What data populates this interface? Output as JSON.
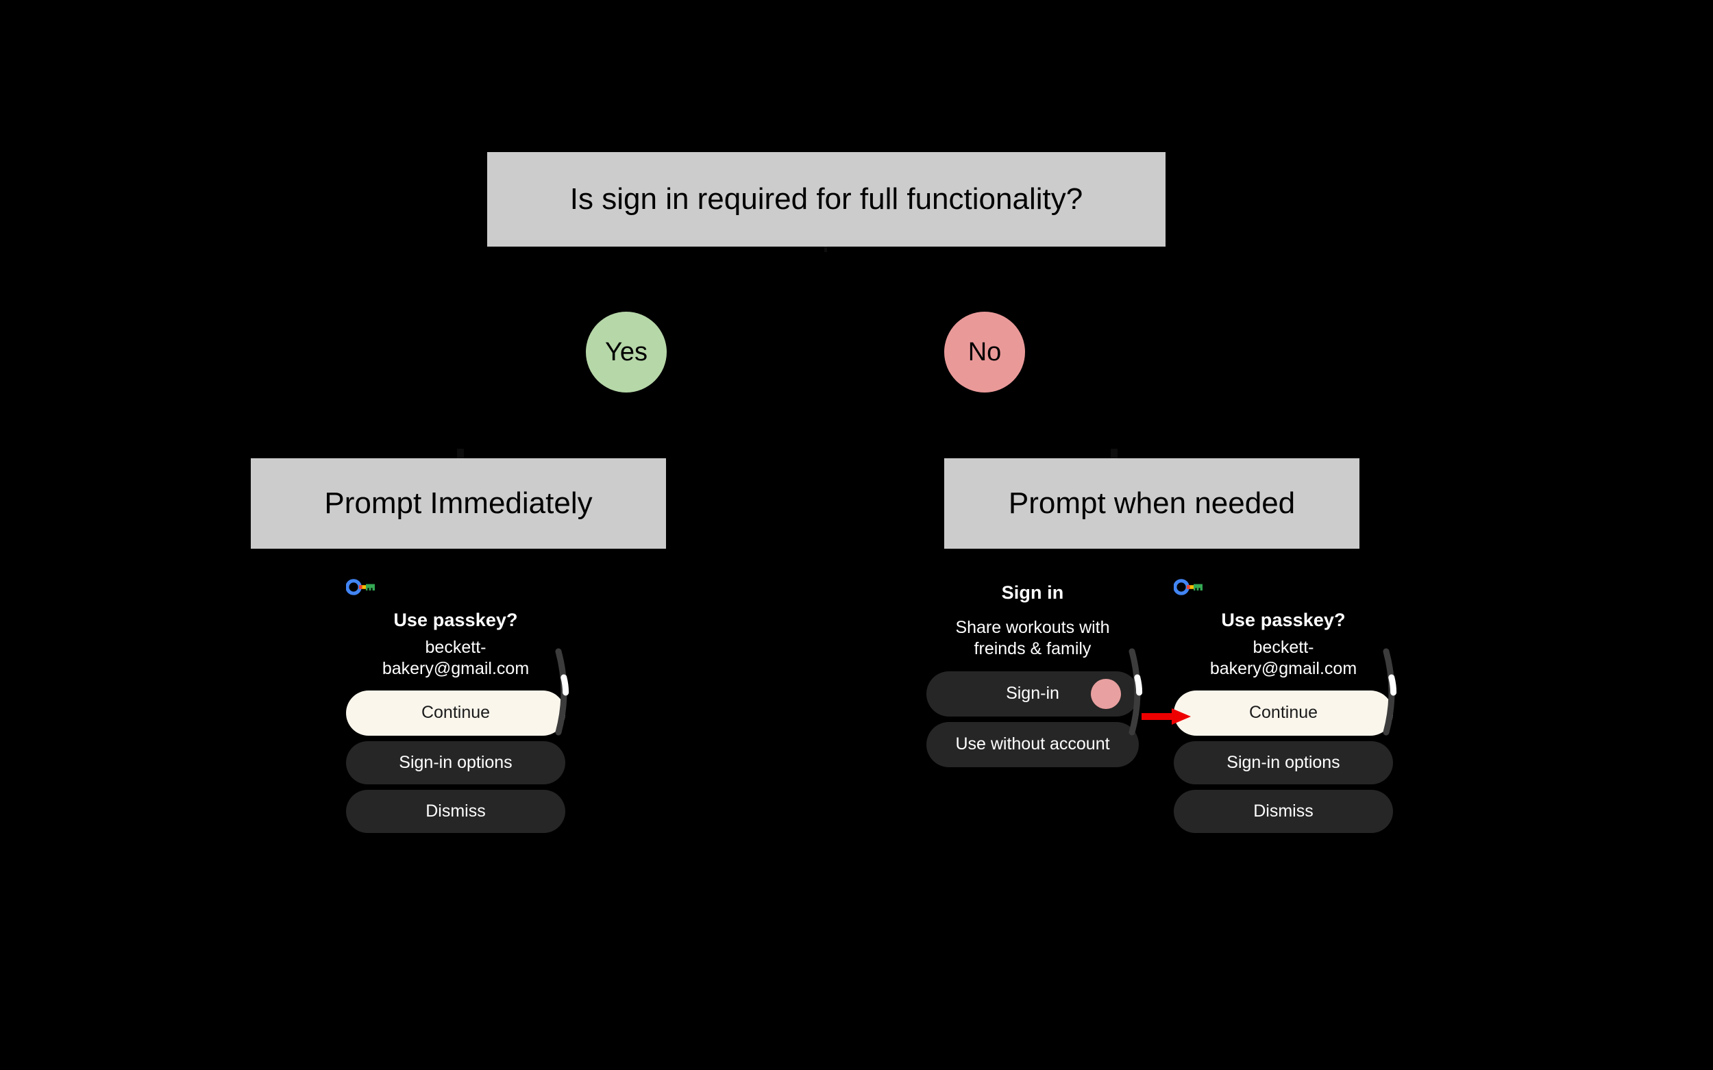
{
  "diagram": {
    "background_color": "#000000",
    "decision": {
      "label": "Is sign in required for full functionality?",
      "fill": "#cccccc",
      "text_color": "#000000"
    },
    "branches": [
      {
        "label": "Yes",
        "fill": "#b6d7a8"
      },
      {
        "label": "No",
        "fill": "#ea9999"
      }
    ],
    "outcomes": [
      {
        "label": "Prompt Immediately",
        "fill": "#cccccc"
      },
      {
        "label": "Prompt when needed",
        "fill": "#cccccc"
      }
    ],
    "annotation": {
      "arrow_color": "#ee0000",
      "points_to": "Continue"
    }
  },
  "mockups": {
    "left_passkey": {
      "icon": "google-passkey-icon",
      "title": "Use passkey?",
      "subtitle": "beckett-bakery@gmail.com",
      "buttons": [
        {
          "label": "Continue",
          "style": "primary"
        },
        {
          "label": "Sign-in options",
          "style": "secondary"
        },
        {
          "label": "Dismiss",
          "style": "secondary"
        }
      ]
    },
    "signin": {
      "title": "Sign in",
      "subtitle": "Share workouts with freinds & family",
      "buttons": [
        {
          "label": "Sign-in",
          "style": "secondary",
          "dot": "#e9a0a0"
        },
        {
          "label": "Use without account",
          "style": "secondary"
        }
      ]
    },
    "right_passkey": {
      "icon": "google-passkey-icon",
      "title": "Use passkey?",
      "subtitle": "beckett-bakery@gmail.com",
      "buttons": [
        {
          "label": "Continue",
          "style": "primary"
        },
        {
          "label": "Sign-in options",
          "style": "secondary"
        },
        {
          "label": "Dismiss",
          "style": "secondary"
        }
      ]
    }
  },
  "colors": {
    "primary_button": "#faf6ec",
    "secondary_button": "#262626",
    "scroll_thumb": "#ffffff",
    "scroll_track": "#3c3c3c"
  }
}
